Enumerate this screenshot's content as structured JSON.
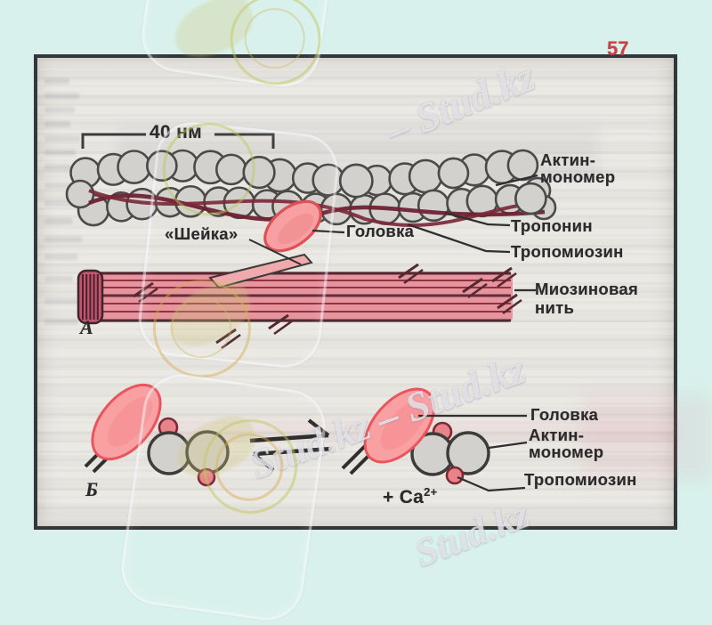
{
  "page": {
    "number": "57"
  },
  "watermark": {
    "top": "– Stud.kz",
    "middle": "Stud.kz – Stud.kz",
    "bottom": "Stud.kz"
  },
  "panel_a": {
    "scale": "40 нм",
    "label": "А",
    "neck": "«Шейка»",
    "head": "Головка",
    "actin_line1": "Актин-",
    "actin_line2": "мономер",
    "troponin": "Тропонин",
    "tropomyosin": "Тропомиозин",
    "myosin_line1": "Миозиновая",
    "myosin_line2": "нить"
  },
  "panel_b": {
    "label": "Б",
    "head": "Головка",
    "actin_line1": "Актин-",
    "actin_line2": "мономер",
    "tropomyosin": "Тропомиозин",
    "calcium_prefix": "+ Ca",
    "calcium_sup": "2+"
  }
}
